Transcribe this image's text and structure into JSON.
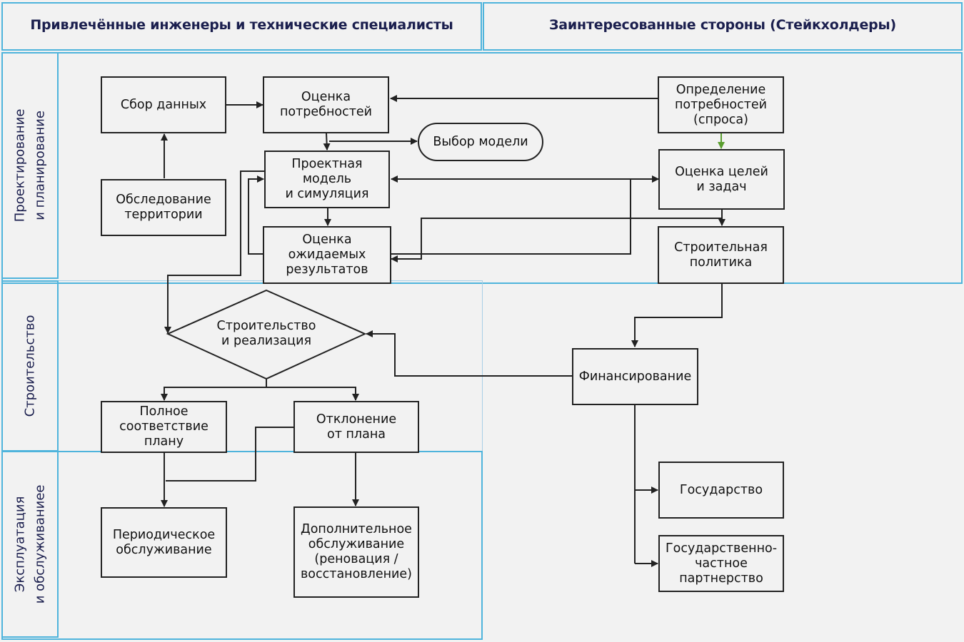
{
  "columns": {
    "left": "Привлечённые инженеры и технические специалисты",
    "right": "Заинтересованные стороны (Стейкхолдеры)"
  },
  "lanes": {
    "planning": "Проектирование\nи планирование",
    "construction": "Строительство",
    "operation": "Эксплуатация\nи обслуживаниее"
  },
  "nodes": {
    "data_collection": "Сбор данных",
    "site_survey": "Обследование\nтерритории",
    "needs_assessment": "Оценка\nпотребностей",
    "model_choice": "Выбор модели",
    "design_model": "Проектная\nмодель\nи симуляция",
    "expected_results": "Оценка\nожидаемых\nрезультатов",
    "demand_definition": "Определение\nпотребностей\n(спроса)",
    "goals_assessment": "Оценка целей\nи задач",
    "construction_policy": "Строительная\nполитика",
    "construction_decision": "Строительство\nи реализация",
    "full_compliance": "Полное\nсоответствие\nплану",
    "deviation": "Отклонение\nот плана",
    "financing": "Финансирование",
    "periodic_maintenance": "Периодическое\nобслуживание",
    "additional_maintenance": "Дополнительное\nобслуживание\n(реновация /\nвосстановление)",
    "state": "Государство",
    "ppp": "Государственно-\nчастное\nпартнерство"
  },
  "colors": {
    "lane_border": "#4fb4dc",
    "header_text": "#1b1f4e",
    "line": "#222222",
    "accent_arrow": "#5a9e2f",
    "background": "#f2f2f2"
  }
}
